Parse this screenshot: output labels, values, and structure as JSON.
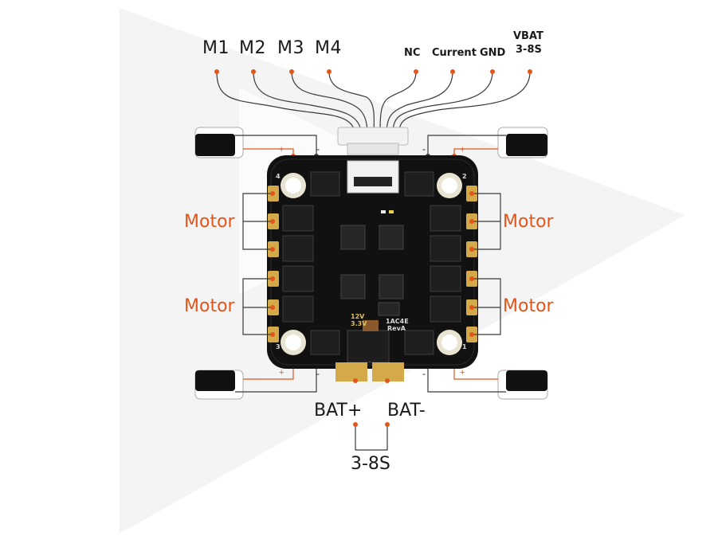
{
  "wire_labels": {
    "m1": "M1",
    "m2": "M2",
    "m3": "M3",
    "m4": "M4",
    "nc": "NC",
    "current": "Current",
    "gnd": "GND",
    "vbat": "VBAT",
    "vbat_range": "3-8S"
  },
  "motor_labels": {
    "top_left": "Motor",
    "bottom_left": "Motor",
    "top_right": "Motor",
    "bottom_right": "Motor"
  },
  "battery_labels": {
    "positive": "BAT+",
    "negative": "BAT-",
    "range": "3-8S"
  },
  "board_silkscreen": {
    "model": "1AC4E",
    "revision": "RevA",
    "v12": "12V",
    "v33": "3.3V",
    "corner_1": "1",
    "corner_2": "2",
    "corner_3": "3",
    "corner_4": "4"
  },
  "capacitor_polarity": {
    "plus": "+",
    "minus": "-"
  },
  "colors": {
    "accent": "#e2561b",
    "pcb": "#111111",
    "pad": "#d4a94a",
    "wire": "#3a3a3a"
  }
}
